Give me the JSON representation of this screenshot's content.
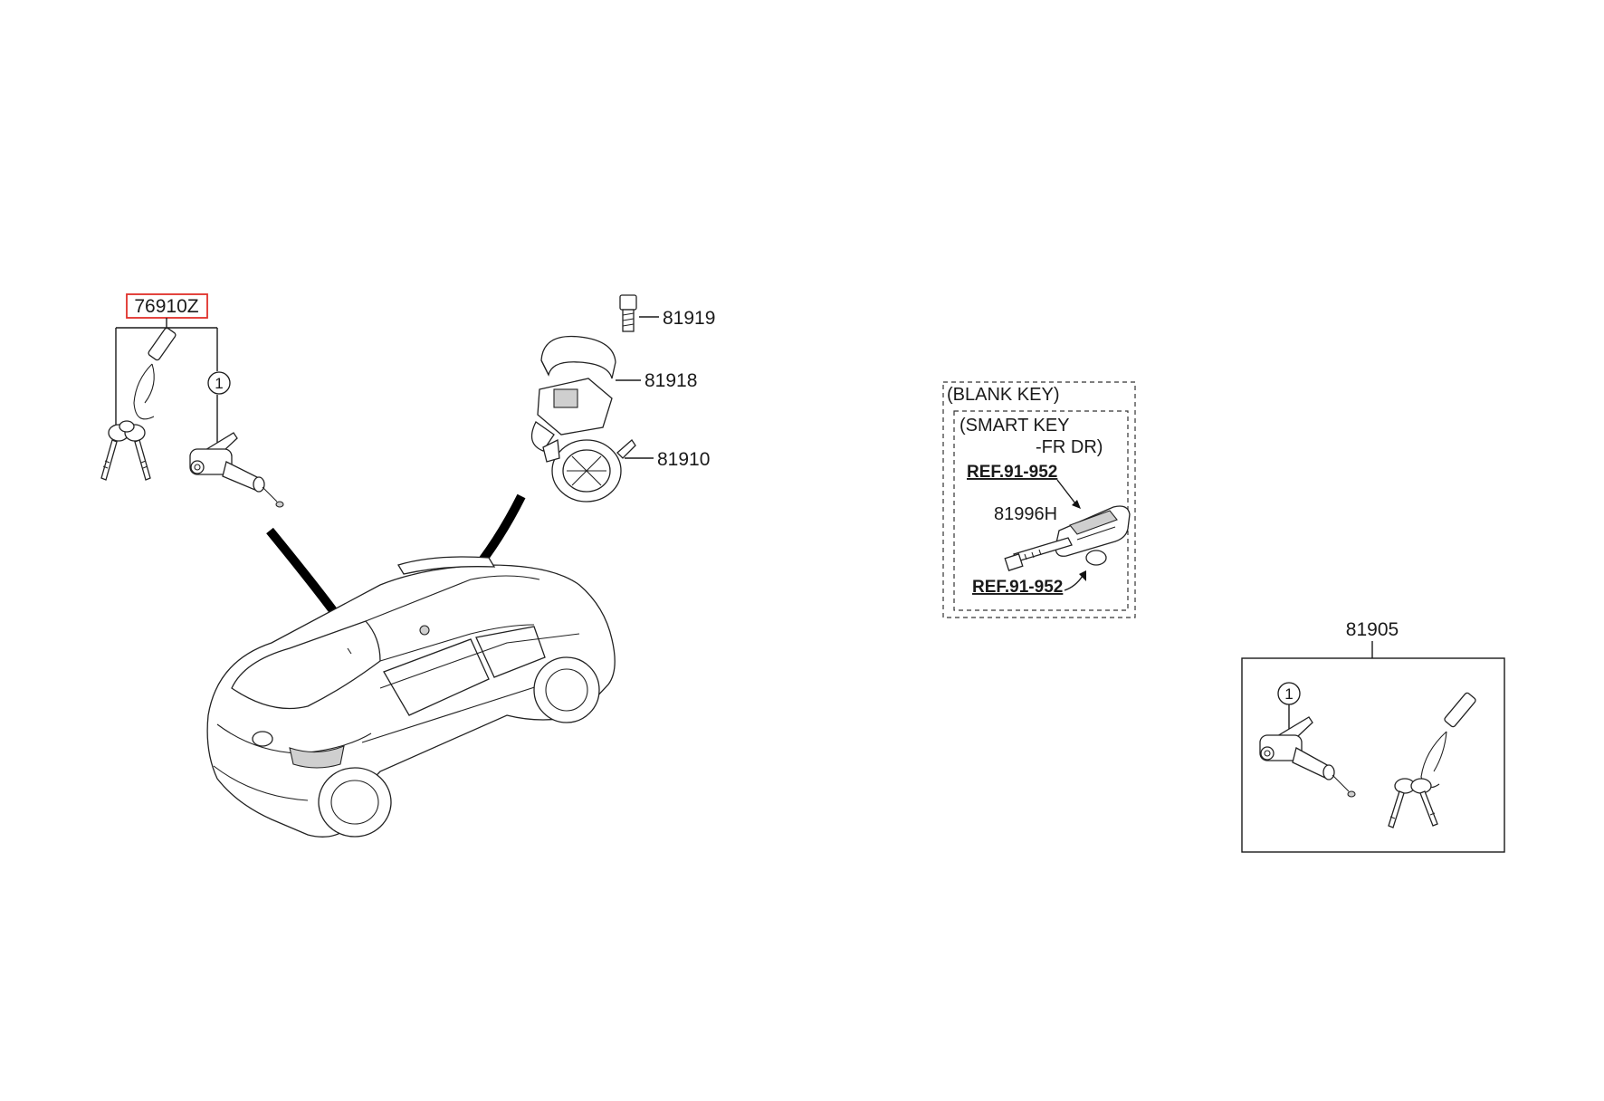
{
  "parts": {
    "lock_set_label": "76910Z",
    "bolt_label": "81919",
    "bracket_label": "81918",
    "lock_assy_label": "81910",
    "key_set_label": "81905",
    "key_blank_label": "81996H",
    "callout_number": "1"
  },
  "blank_key_box": {
    "title": "(BLANK KEY)",
    "smart_key_line1": "(SMART KEY",
    "smart_key_line2": "-FR DR)",
    "ref_top": "REF.91-952",
    "ref_bottom": "REF.91-952"
  },
  "colors": {
    "highlight": "#e0302a",
    "line": "#1a1a1a"
  }
}
